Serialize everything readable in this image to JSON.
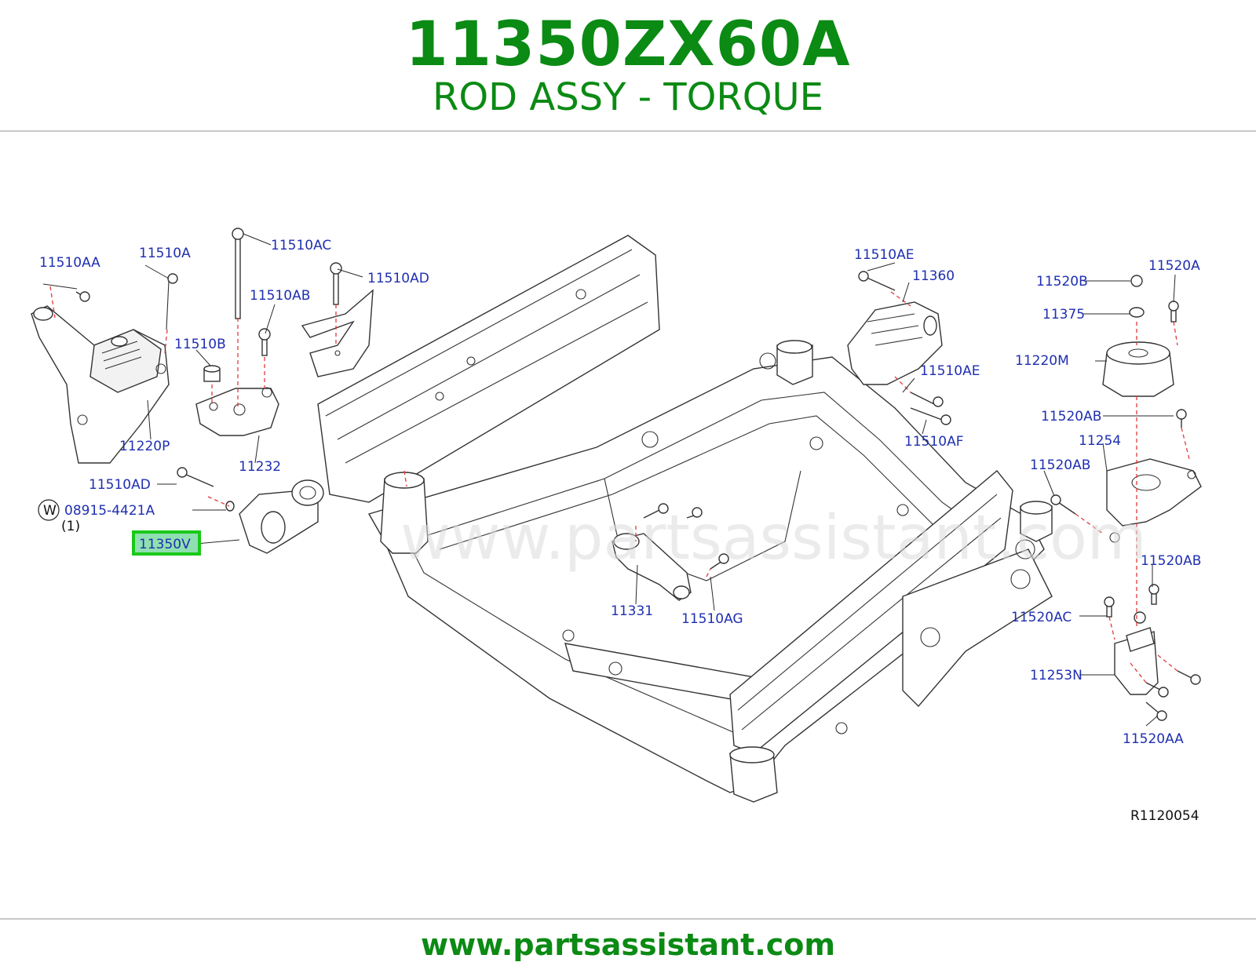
{
  "header": {
    "part_number": "11350ZX60A",
    "part_name": "ROD ASSY - TORQUE"
  },
  "diagram": {
    "watermark": "www.partsassistant.com",
    "ref_code": "R1120054",
    "highlighted_part": "11350V",
    "w_symbol": "W",
    "qty_note": "(1)",
    "labels": {
      "l_11510AA": "11510AA",
      "l_11510A": "11510A",
      "l_11510AC": "11510AC",
      "l_11510AD_top": "11510AD",
      "l_11510AB": "11510AB",
      "l_11510B": "11510B",
      "l_11220P": "11220P",
      "l_11232": "11232",
      "l_11510AD_left": "11510AD",
      "l_08915": "08915-4421A",
      "l_11350V": "11350V",
      "l_11510AE_top": "11510AE",
      "l_11360": "11360",
      "l_11510AE_mid": "11510AE",
      "l_11510AF": "11510AF",
      "l_11520B": "11520B",
      "l_11520A": "11520A",
      "l_11375": "11375",
      "l_11220M": "11220M",
      "l_11520AB_1": "11520AB",
      "l_11254": "11254",
      "l_11520AB_2": "11520AB",
      "l_11520AB_3": "11520AB",
      "l_11520AC": "11520AC",
      "l_11253N": "11253N",
      "l_11520AA": "11520AA",
      "l_11331": "11331",
      "l_11510AG": "11510AG"
    }
  },
  "footer": {
    "url": "www.partsassistant.com"
  }
}
